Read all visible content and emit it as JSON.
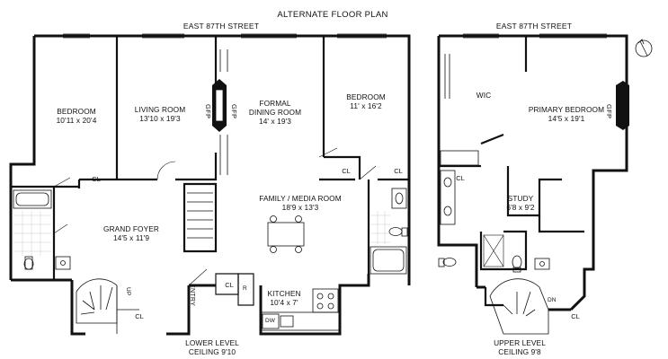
{
  "title": "ALTERNATE FLOOR PLAN",
  "street_left": "EAST 87TH STREET",
  "street_right": "EAST 87TH STREET",
  "lower_level": {
    "name": "LOWER LEVEL",
    "ceiling": "CEILING 9'10"
  },
  "upper_level": {
    "name": "UPPER LEVEL",
    "ceiling": "CEILING 9'8"
  },
  "rooms": {
    "bedroom_left": {
      "name": "BEDROOM",
      "dims": "10'11 x 20'4"
    },
    "living_room": {
      "name": "LIVING ROOM",
      "dims": "13'10 x 19'3"
    },
    "formal_dining": {
      "name_line1": "FORMAL",
      "name_line2": "DINING ROOM",
      "dims": "14' x 19'3"
    },
    "bedroom_right": {
      "name": "BEDROOM",
      "dims": "11' x 16'2"
    },
    "family_media": {
      "name": "FAMILY / MEDIA ROOM",
      "dims": "18'9 x 13'3"
    },
    "grand_foyer": {
      "name": "GRAND FOYER",
      "dims": "14'5 x 11'9"
    },
    "kitchen": {
      "name": "KITCHEN",
      "dims": "10'4 x 7'"
    },
    "wic": {
      "name": "WIC"
    },
    "primary_bedroom": {
      "name": "PRIMARY BEDROOM",
      "dims": "14'5 x 19'1"
    },
    "study": {
      "name": "STUDY",
      "dims": "6'8 x 9'2"
    }
  },
  "labels": {
    "gfp_1": "GFP",
    "gfp_2": "GFP",
    "gfp_3": "GFP",
    "cl_1": "CL",
    "cl_2": "CL",
    "cl_3": "CL",
    "cl_4": "CL",
    "cl_5": "CL",
    "cl_6": "CL",
    "cl_7": "CL",
    "up": "UP",
    "dn": "DN",
    "entry": "ENTRY",
    "r": "R",
    "dw": "DW"
  },
  "icons": [
    "compass-icon",
    "stair-icon",
    "bathtub-icon",
    "toilet-icon",
    "sink-icon",
    "stove-icon",
    "dining-table-icon",
    "fireplace-icon"
  ]
}
